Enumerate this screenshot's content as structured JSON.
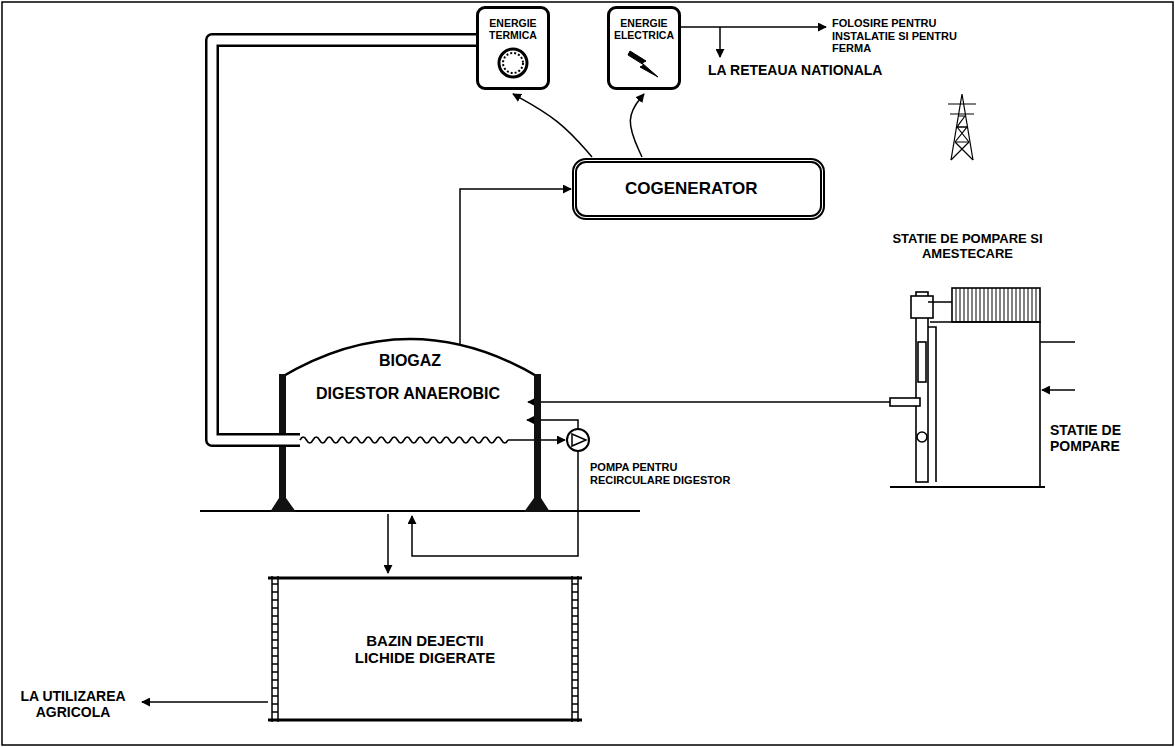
{
  "diagram": {
    "nodes": [
      {
        "text": [
          "ENERGIE TERMICA"
        ]
      },
      {
        "text": [
          "ENERGIE ELECTRICA"
        ]
      },
      {
        "text": [
          "COGENERATOR"
        ]
      },
      {
        "text": [
          "BIOGAZ",
          "DIGESTOR ANAEROBIC"
        ]
      },
      {
        "text": [
          "BAZIN DEJECTII LICHIDE DIGERATE"
        ]
      },
      {
        "text": [
          "STATIE DE POMPARE SI AMESTECARE",
          "STATIE DE POMPARE"
        ]
      }
    ],
    "edges": [
      {
        "from": 2,
        "to": 0,
        "arrow": "to"
      },
      {
        "from": 2,
        "to": 1,
        "arrow": "to"
      },
      {
        "from": 3,
        "to": 2,
        "arrow": "to"
      },
      {
        "from": 0,
        "to": 3,
        "arrow": "none"
      },
      {
        "from": 5,
        "to": 3,
        "arrow": "to"
      },
      {
        "from": 3,
        "to": 4,
        "arrow": "to"
      }
    ],
    "labels": [
      "FOLOSIRE PENTRU INSTALATIE SI PENTRU FERMA",
      "LA RETEAUA NATIONALA",
      "POMPA PENTRU RECIRCULARE DIGESTOR",
      "LA UTILIZAREA AGRICOLA"
    ]
  }
}
